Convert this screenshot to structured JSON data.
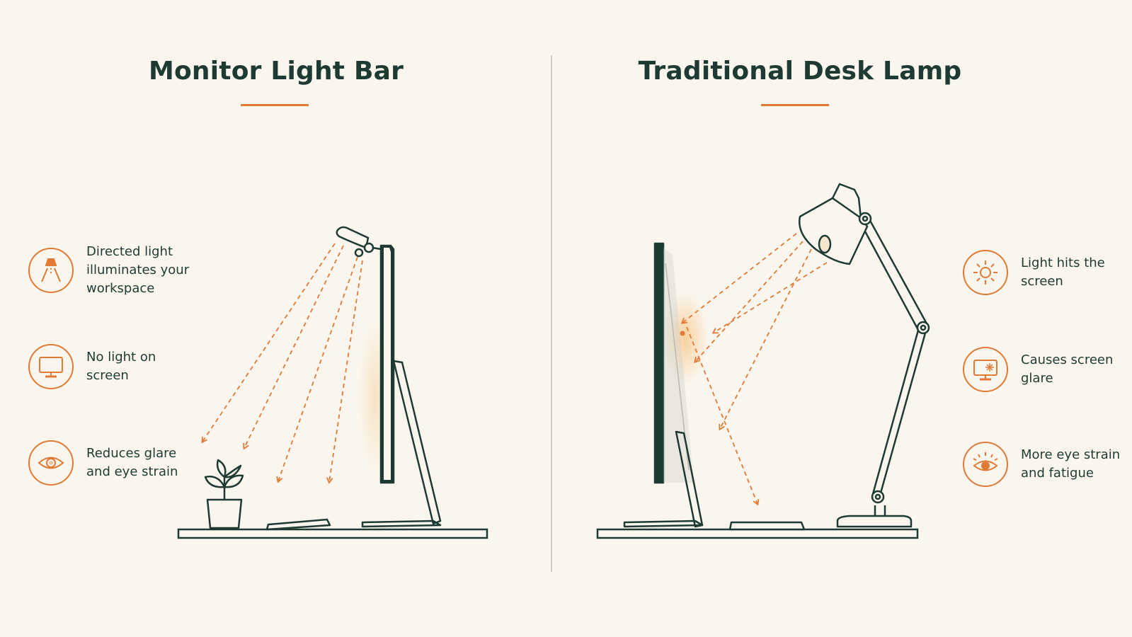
{
  "left_panel": {
    "title": "Monitor Light Bar",
    "features": [
      {
        "icon": "downlight-icon",
        "text": "Directed light\nilluminates your\nworkspace"
      },
      {
        "icon": "monitor-icon",
        "text": "No light on\nscreen"
      },
      {
        "icon": "eye-icon",
        "text": "Reduces glare\nand eye strain"
      }
    ]
  },
  "right_panel": {
    "title": "Traditional Desk Lamp",
    "features": [
      {
        "icon": "sun-icon",
        "text": "Light hits the\nscreen"
      },
      {
        "icon": "monitor-glare-icon",
        "text": "Causes screen\nglare"
      },
      {
        "icon": "eye-strain-icon",
        "text": "More eye strain\nand fatigue"
      }
    ]
  },
  "colors": {
    "accent": "#e07a34",
    "ink": "#1d3b32",
    "background": "#faf6ee",
    "divider": "#cdcac2"
  }
}
